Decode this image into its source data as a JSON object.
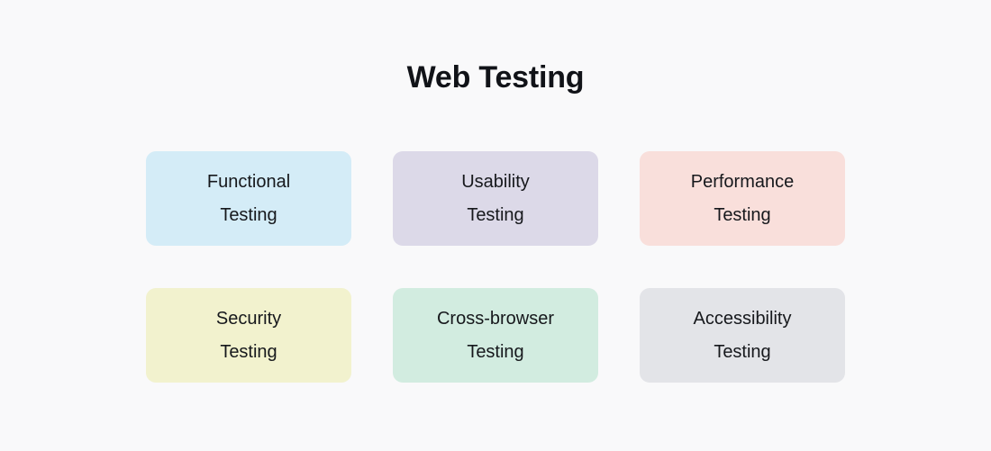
{
  "page": {
    "background_color": "#f9f9fa",
    "title": "Web Testing",
    "title_color": "#111318",
    "label_color": "#16181c"
  },
  "cards": [
    {
      "name": "functional-testing",
      "line1": "Functional",
      "line2": "Testing",
      "color": "#d4ecf7"
    },
    {
      "name": "usability-testing",
      "line1": "Usability",
      "line2": "Testing",
      "color": "#dcd9e8"
    },
    {
      "name": "performance-testing",
      "line1": "Performance",
      "line2": "Testing",
      "color": "#f9dfdb"
    },
    {
      "name": "security-testing",
      "line1": "Security",
      "line2": "Testing",
      "color": "#f2f2ce"
    },
    {
      "name": "cross-browser-testing",
      "line1": "Cross-browser",
      "line2": "Testing",
      "color": "#d2ece0"
    },
    {
      "name": "accessibility-testing",
      "line1": "Accessibility",
      "line2": "Testing",
      "color": "#e3e4e8"
    }
  ]
}
